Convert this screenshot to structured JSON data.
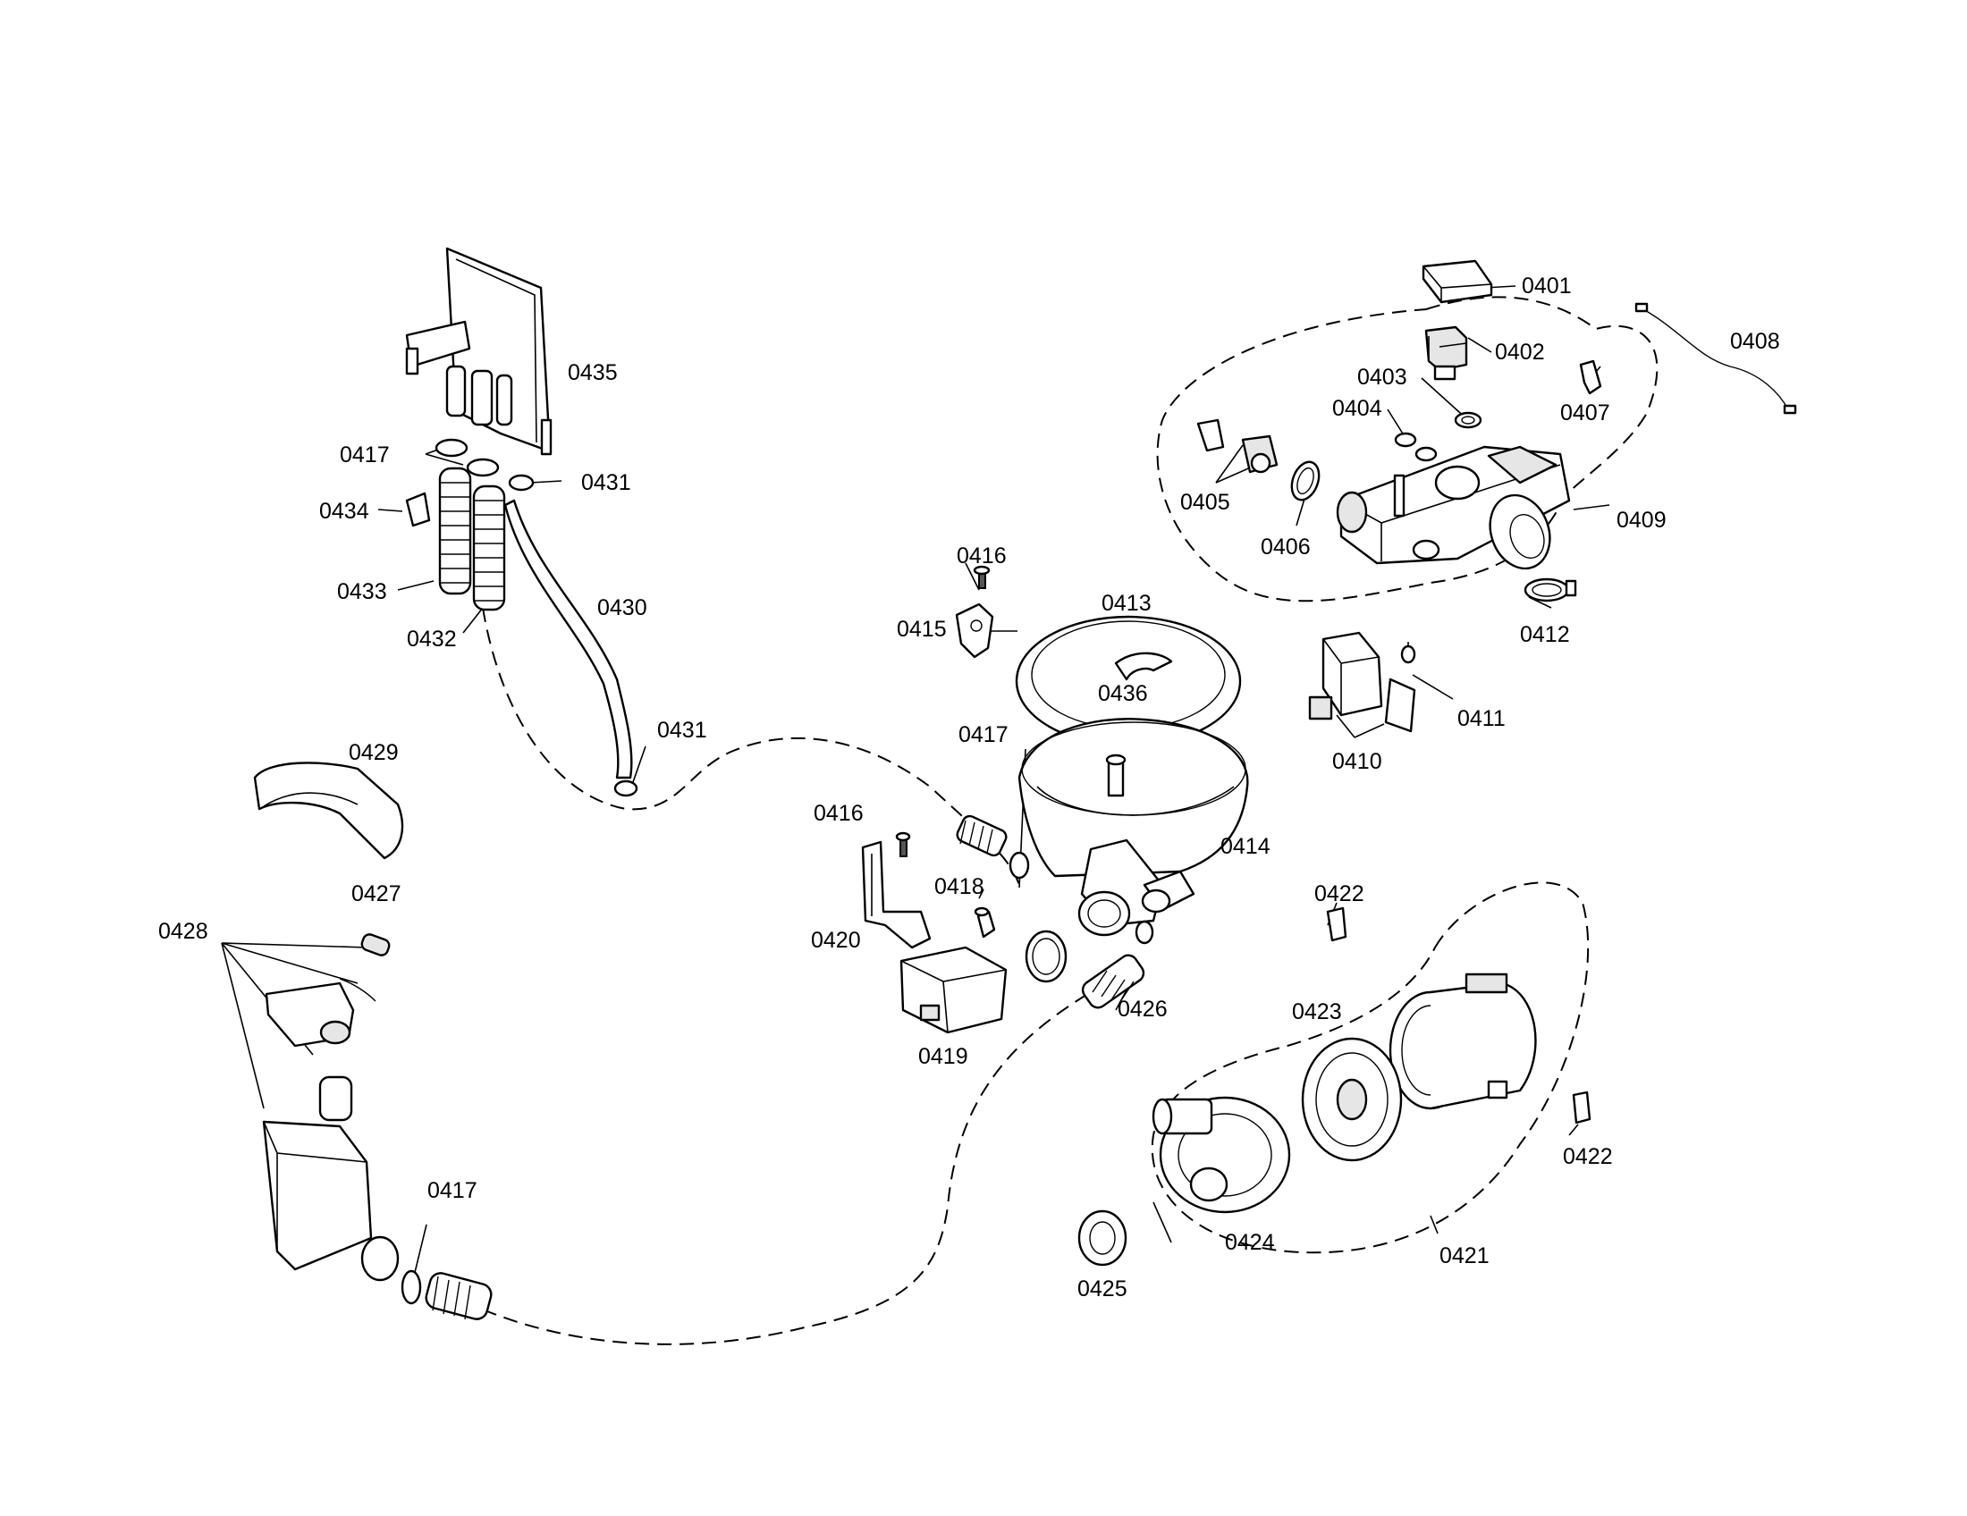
{
  "labels": {
    "p0401": "0401",
    "p0402": "0402",
    "p0403": "0403",
    "p0404": "0404",
    "p0405": "0405",
    "p0406": "0406",
    "p0407": "0407",
    "p0408": "0408",
    "p0409": "0409",
    "p0410": "0410",
    "p0411": "0411",
    "p0412": "0412",
    "p0413": "0413",
    "p0414": "0414",
    "p0415": "0415",
    "p0416a": "0416",
    "p0416b": "0416",
    "p0417a": "0417",
    "p0417b": "0417",
    "p0417c": "0417",
    "p0418": "0418",
    "p0419": "0419",
    "p0420": "0420",
    "p0421": "0421",
    "p0422a": "0422",
    "p0422b": "0422",
    "p0423": "0423",
    "p0424": "0424",
    "p0425": "0425",
    "p0426": "0426",
    "p0427": "0427",
    "p0428": "0428",
    "p0429": "0429",
    "p0430": "0430",
    "p0431a": "0431",
    "p0431b": "0431",
    "p0432": "0432",
    "p0433": "0433",
    "p0434": "0434",
    "p0435": "0435",
    "p0436": "0436"
  }
}
